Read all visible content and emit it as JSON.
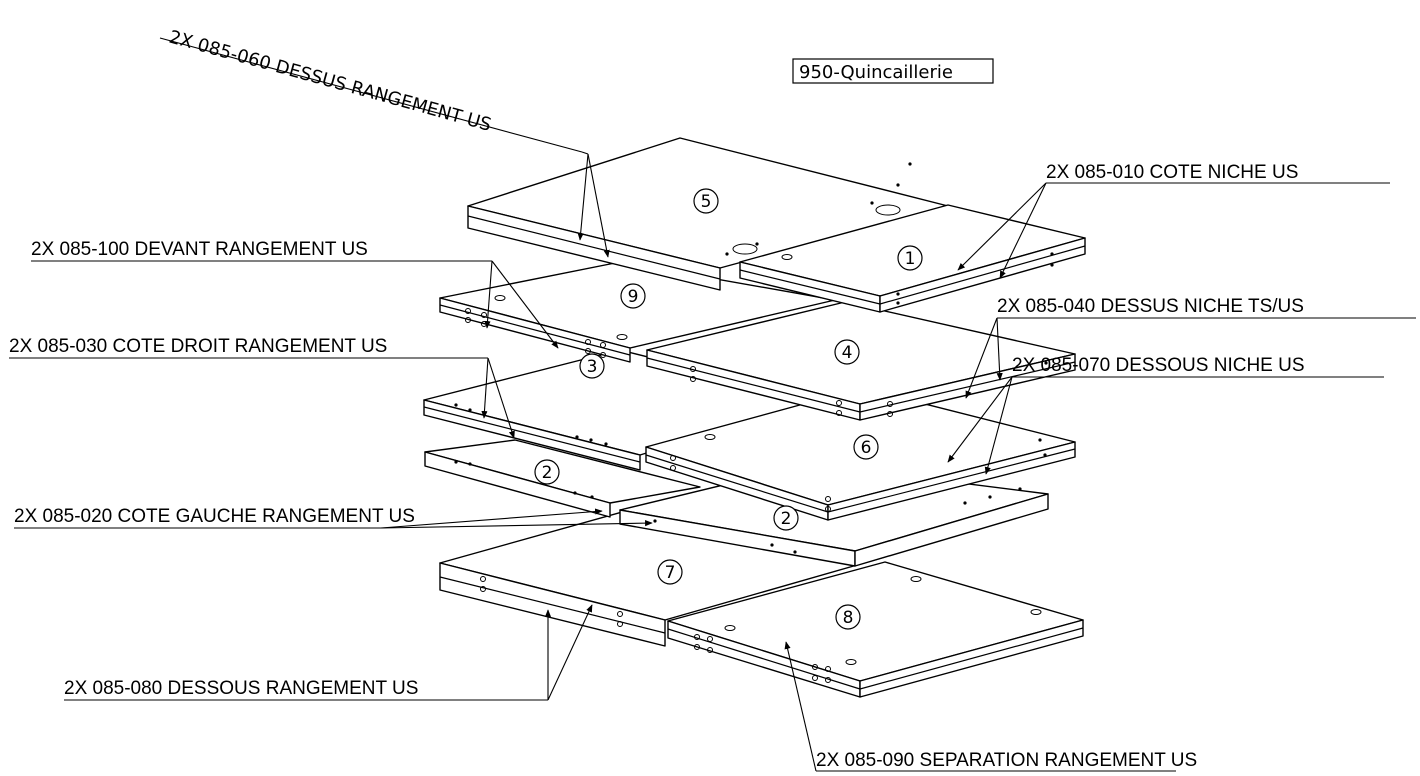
{
  "callouts": {
    "c060": "2X 085-060 DESSUS RANGEMENT US",
    "c950": "950-Quincaillerie",
    "c010": "2X 085-010 COTE NICHE US",
    "c100": "2X 085-100 DEVANT RANGEMENT US",
    "c040": "2X 085-040 DESSUS NICHE TS/US",
    "c030": "2X 085-030 COTE DROIT RANGEMENT US",
    "c070": "2X 085-070 DESSOUS NICHE US",
    "c020": "2X 085-020 COTE GAUCHE RANGEMENT US",
    "c080": "2X 085-080 DESSOUS RANGEMENT US",
    "c090": "2X 085-090 SEPARATION RANGEMENT US"
  },
  "balloons": {
    "b1": "1",
    "b2a": "2",
    "b2b": "2",
    "b3": "3",
    "b4": "4",
    "b5": "5",
    "b6": "6",
    "b7": "7",
    "b8": "8",
    "b9": "9"
  }
}
